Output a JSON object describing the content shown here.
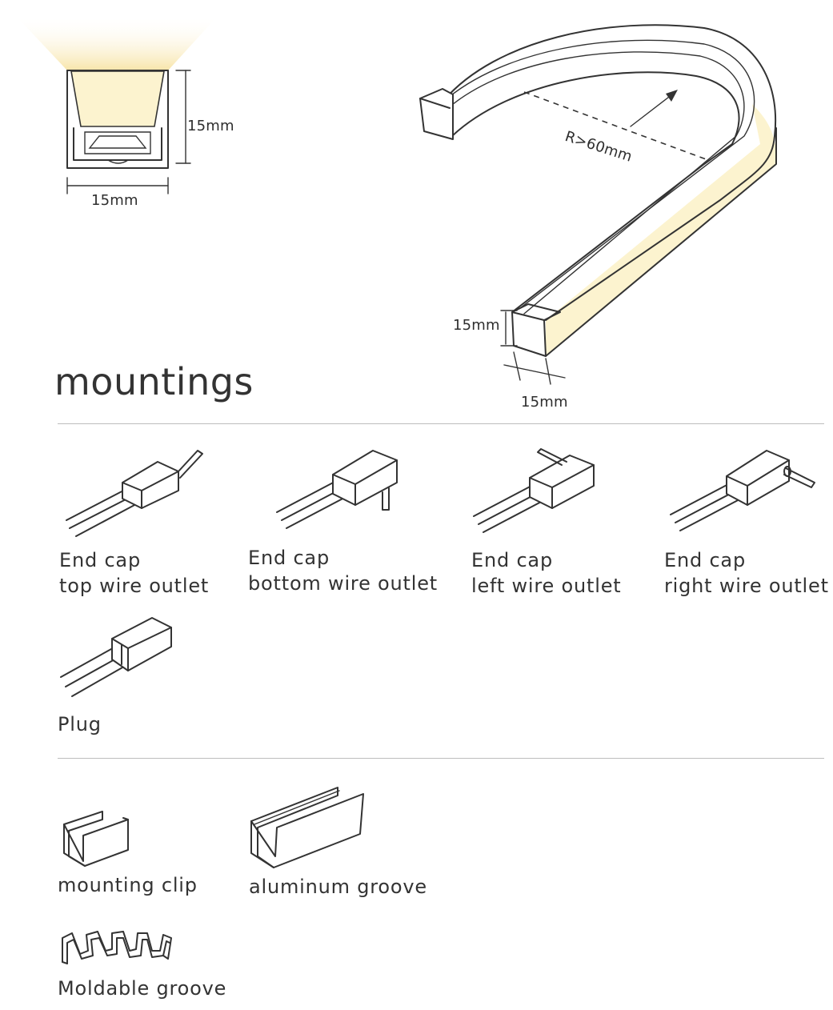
{
  "cross_section": {
    "height_label": "15mm",
    "width_label": "15mm"
  },
  "bend": {
    "radius_label": "R>60mm",
    "height_label": "15mm",
    "width_label": "15mm"
  },
  "section_title": "mountings",
  "end_caps": [
    {
      "line1": "End cap",
      "line2": "top wire outlet"
    },
    {
      "line1": "End cap",
      "line2": "bottom wire outlet"
    },
    {
      "line1": "End cap",
      "line2": "left wire outlet"
    },
    {
      "line1": "End cap",
      "line2": "right wire outlet"
    }
  ],
  "plug": {
    "label": "Plug"
  },
  "accessories": [
    {
      "label": "mounting clip"
    },
    {
      "label": "aluminum groove"
    },
    {
      "label": "Moldable groove"
    }
  ],
  "colors": {
    "glow": "#fbf1c8",
    "line": "#333333",
    "rule": "#bdbdbd"
  }
}
